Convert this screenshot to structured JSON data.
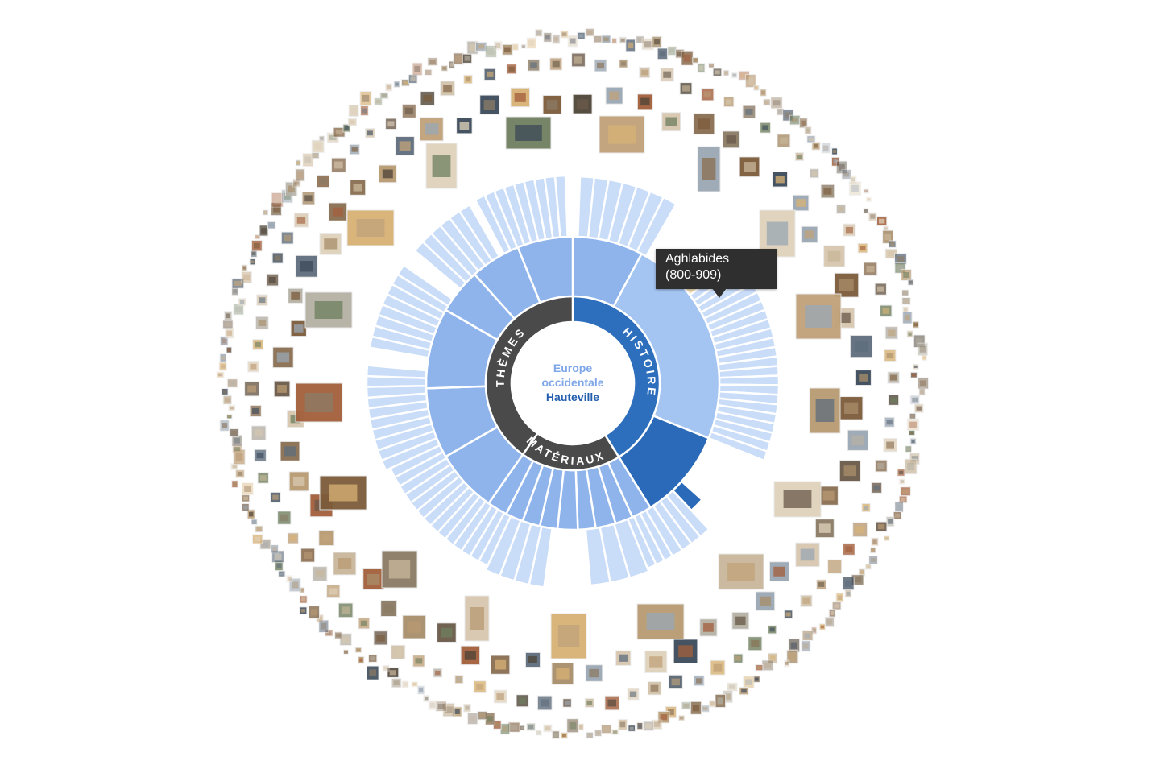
{
  "center": {
    "line1": "Europe",
    "line2": "occidentale",
    "line3": "Hauteville"
  },
  "rings": {
    "themes_label": "THÈMES",
    "histoire_label": "HISTOIRE",
    "materiaux_label": "MATÉRIAUX"
  },
  "tooltip": {
    "name": "Aghlabides",
    "dates": "(800-909)"
  },
  "colors": {
    "inner_ring_dark": "#4a4a4a",
    "inner_ring_selected": "#2e6fbd",
    "level2_default": "#8fb4ec",
    "level2_selected": "#a4c4f2",
    "level2_dark": "#2a6ab8",
    "level3_default": "#c9dcf8",
    "level3_highlight": "#f2ddae",
    "center_text_light": "#7fa7e8",
    "center_text_dark": "#245fae",
    "tooltip_bg": "#2f2f2f",
    "thumb_border": "#e8e8e8"
  }
}
